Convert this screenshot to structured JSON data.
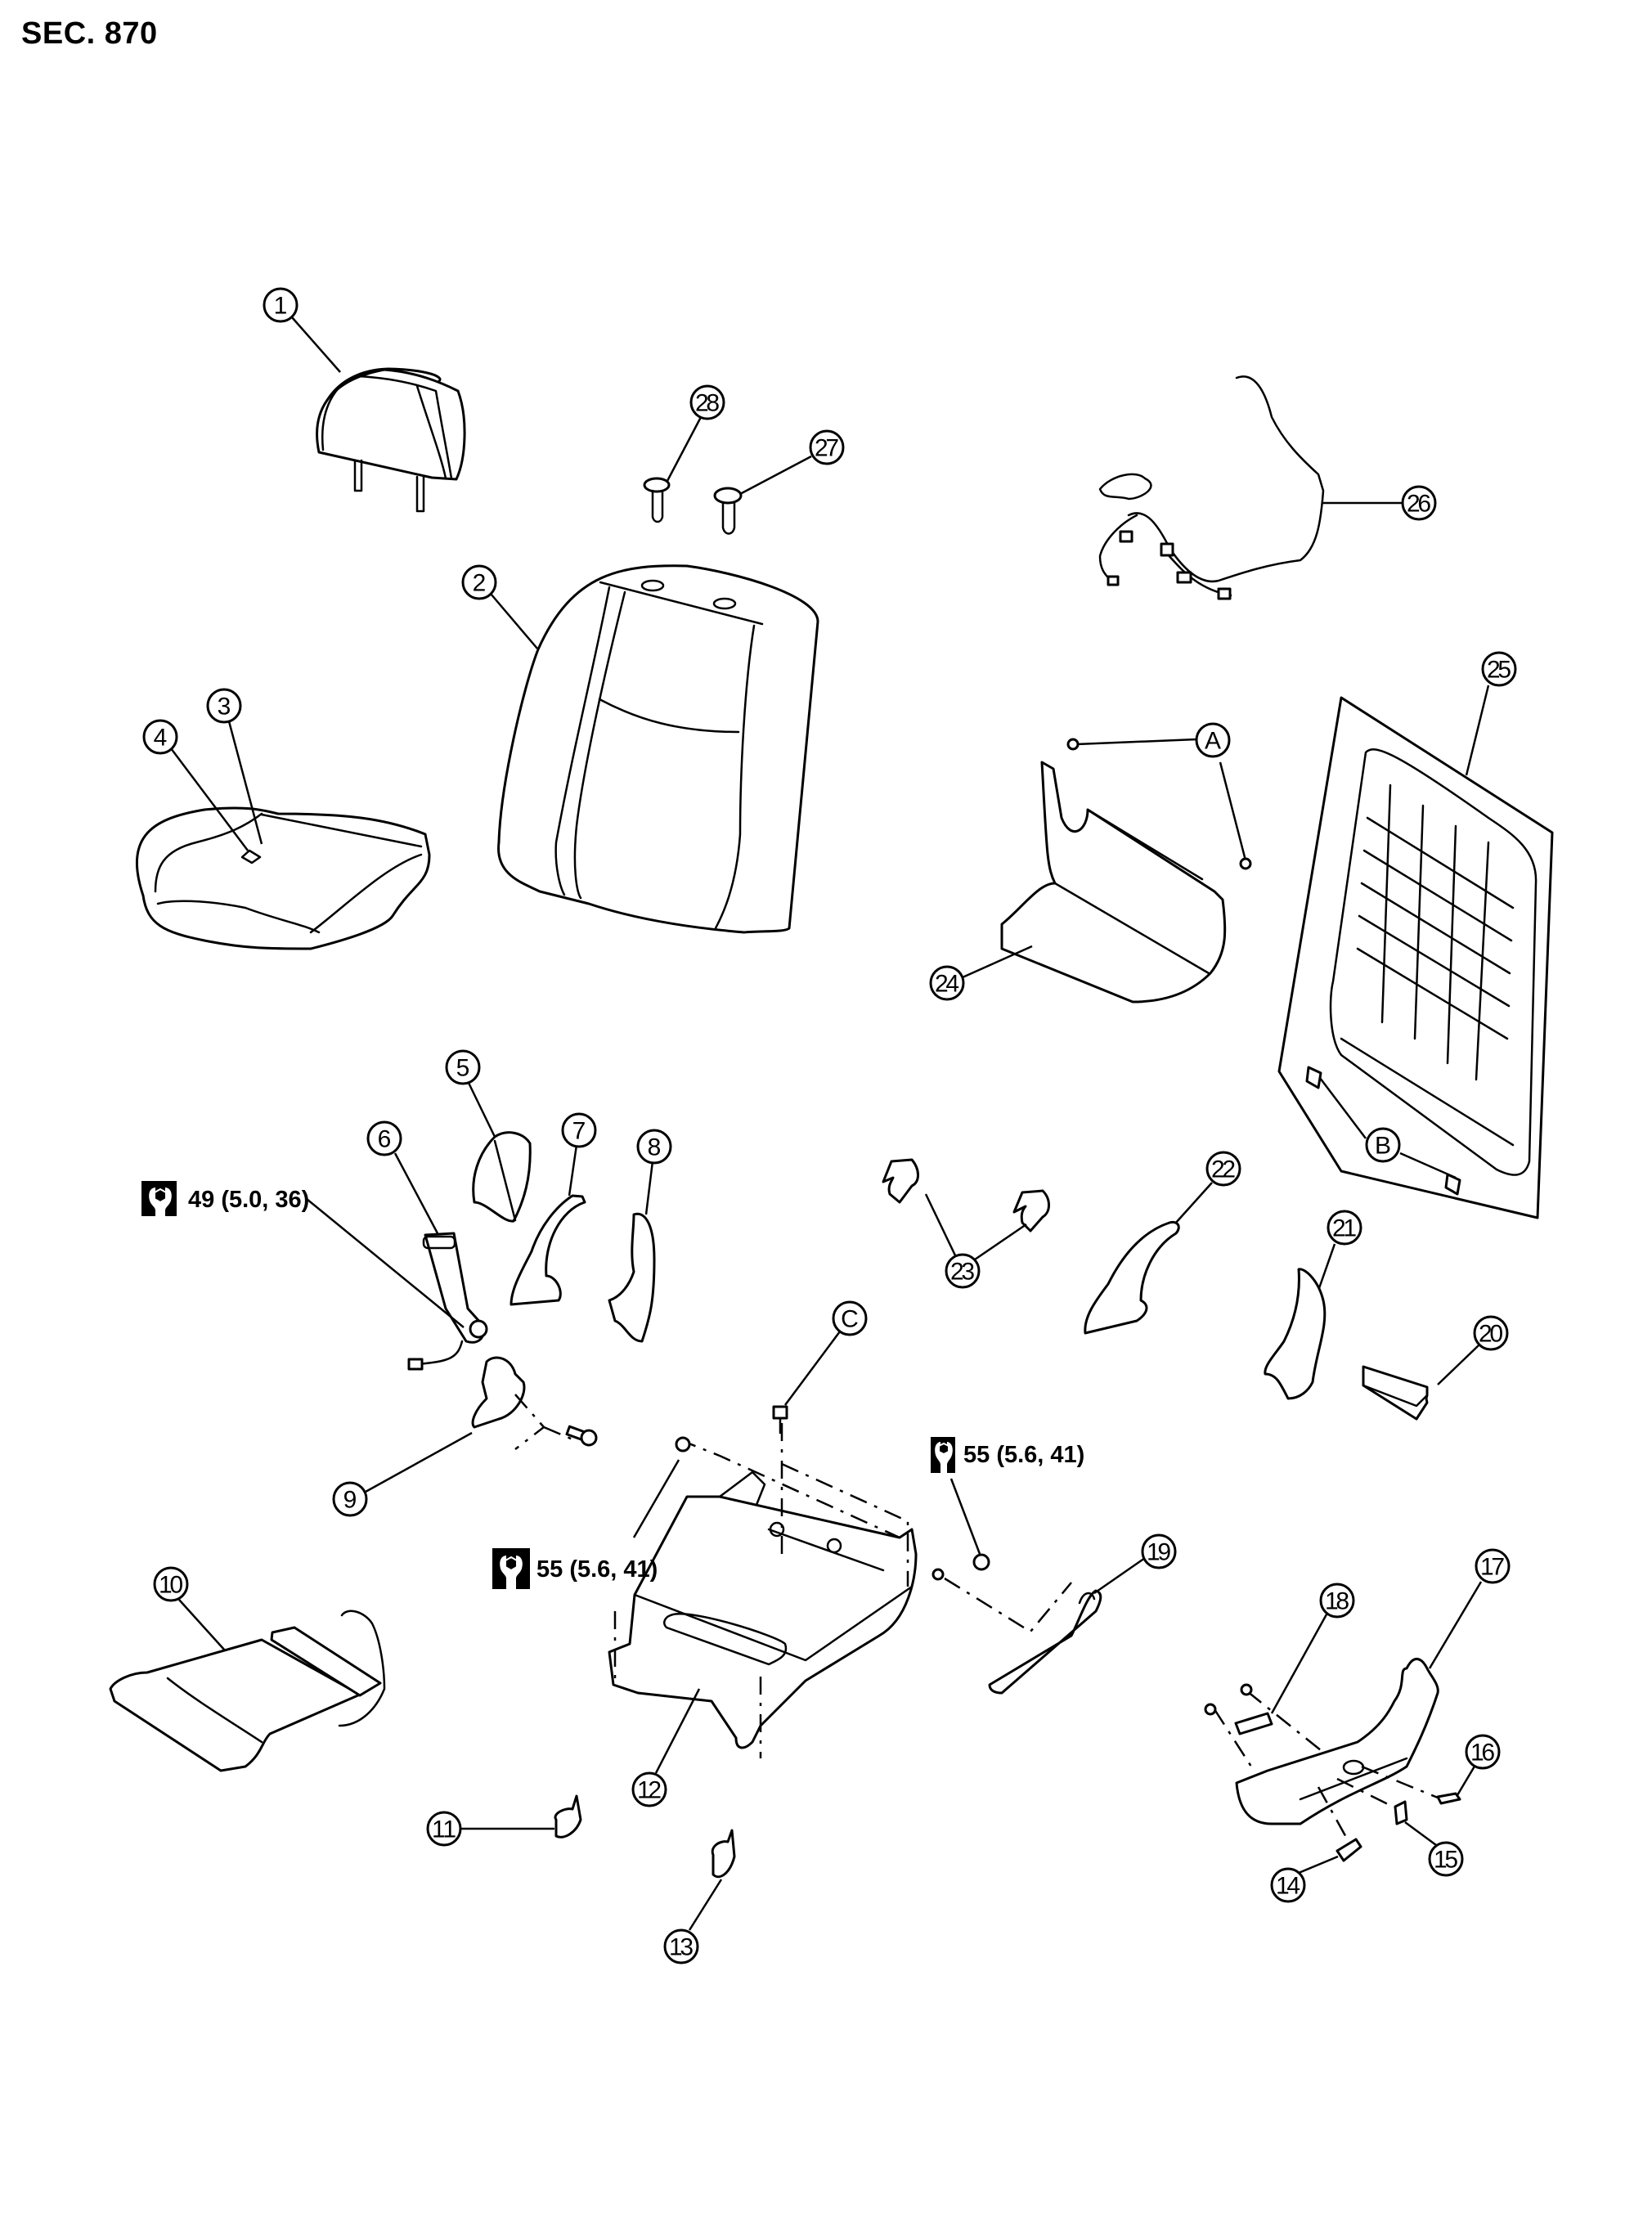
{
  "section_title": "SEC. 870",
  "colors": {
    "line": "#000000",
    "background": "#ffffff"
  },
  "torque_icon": "torque-wrench-icon",
  "torque_specs": [
    {
      "id": "torque-belt-buckle",
      "label": "49 (5.0, 36)"
    },
    {
      "id": "torque-frame-left",
      "label": "55 (5.6, 41)"
    },
    {
      "id": "torque-frame-right",
      "label": "55 (5.6, 41)"
    }
  ],
  "callouts": [
    {
      "label": "1",
      "part": "headrest"
    },
    {
      "label": "2",
      "part": "seatback-trim"
    },
    {
      "label": "3",
      "part": "cushion-hook-3"
    },
    {
      "label": "4",
      "part": "cushion-hook-4"
    },
    {
      "label": "5",
      "part": "recliner-cover-outer"
    },
    {
      "label": "6",
      "part": "seat-belt-buckle"
    },
    {
      "label": "7",
      "part": "recliner-finisher-7"
    },
    {
      "label": "8",
      "part": "recliner-finisher-8"
    },
    {
      "label": "9",
      "part": "buckle-bracket"
    },
    {
      "label": "10",
      "part": "cushion-pad-heater"
    },
    {
      "label": "11",
      "part": "clip-11"
    },
    {
      "label": "12",
      "part": "seat-frame"
    },
    {
      "label": "13",
      "part": "clip-13"
    },
    {
      "label": "14",
      "part": "knob-14"
    },
    {
      "label": "15",
      "part": "knob-15"
    },
    {
      "label": "16",
      "part": "knob-16"
    },
    {
      "label": "17",
      "part": "side-finisher-outer"
    },
    {
      "label": "18",
      "part": "switch-bracket"
    },
    {
      "label": "19",
      "part": "side-finisher-inner"
    },
    {
      "label": "20",
      "part": "control-unit"
    },
    {
      "label": "21",
      "part": "recliner-cover-21"
    },
    {
      "label": "22",
      "part": "recliner-cover-22"
    },
    {
      "label": "23",
      "part": "clips-23"
    },
    {
      "label": "24",
      "part": "back-board"
    },
    {
      "label": "25",
      "part": "seatback-frame"
    },
    {
      "label": "26",
      "part": "wire-harness"
    },
    {
      "label": "27",
      "part": "headrest-holder-locked"
    },
    {
      "label": "28",
      "part": "headrest-holder-free"
    }
  ],
  "letter_callouts": [
    {
      "label": "A"
    },
    {
      "label": "B"
    },
    {
      "label": "C"
    }
  ]
}
